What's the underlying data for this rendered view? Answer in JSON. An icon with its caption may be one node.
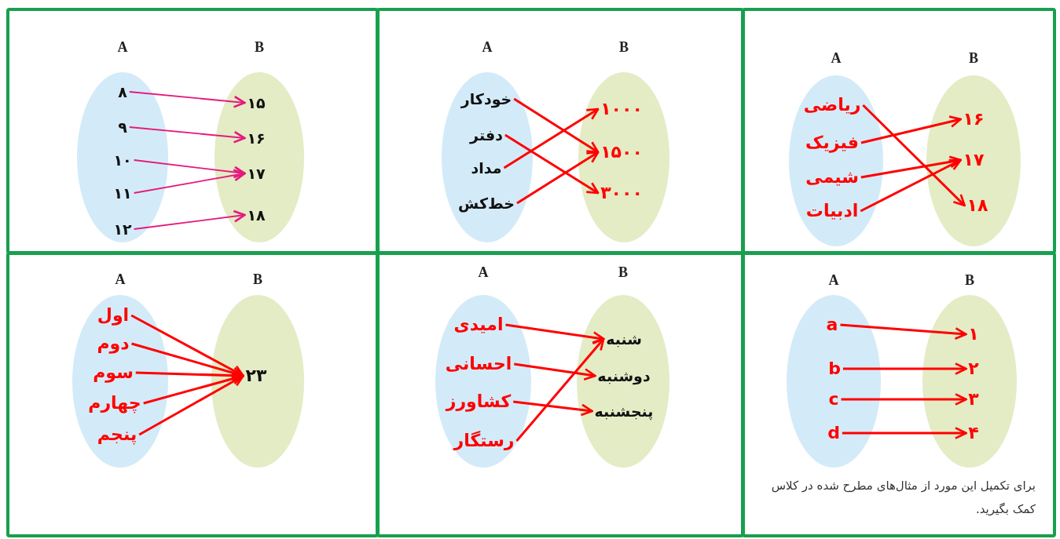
{
  "diagram": {
    "nodes": [
      {
        "text": [],
        "shape": "box"
      },
      {
        "text": [
          "A"
        ],
        "in": 0
      },
      {
        "text": [
          "ریاضی"
        ],
        "in": 1
      },
      {
        "text": [
          "فیزیک"
        ],
        "in": 1
      },
      {
        "text": [
          "شیمی"
        ],
        "in": 1
      },
      {
        "text": [
          "ادبیات"
        ],
        "in": 1
      },
      {
        "text": [
          "B"
        ],
        "in": 0
      },
      {
        "text": [
          "۱۶"
        ],
        "in": 6
      },
      {
        "text": [
          "۱۷"
        ],
        "in": 6
      },
      {
        "text": [
          "۱۸"
        ],
        "in": 6
      },
      {
        "text": [],
        "shape": "box"
      },
      {
        "text": [
          "A"
        ],
        "in": 10
      },
      {
        "text": [
          "خودکار"
        ],
        "in": 11
      },
      {
        "text": [
          "دفتر"
        ],
        "in": 11
      },
      {
        "text": [
          "مداد"
        ],
        "in": 11
      },
      {
        "text": [
          "خط‌کش"
        ],
        "in": 11
      },
      {
        "text": [
          "B"
        ],
        "in": 10
      },
      {
        "text": [
          "۱۰۰۰"
        ],
        "in": 16
      },
      {
        "text": [
          "۱۵۰۰"
        ],
        "in": 16
      },
      {
        "text": [
          "۳۰۰۰"
        ],
        "in": 16
      },
      {
        "text": [],
        "shape": "box"
      },
      {
        "text": [
          "A"
        ],
        "in": 20
      },
      {
        "text": [
          "۸"
        ],
        "in": 21
      },
      {
        "text": [
          "۹"
        ],
        "in": 21
      },
      {
        "text": [
          "۱۰"
        ],
        "in": 21
      },
      {
        "text": [
          "۱۱"
        ],
        "in": 21
      },
      {
        "text": [
          "۱۲"
        ],
        "in": 21
      },
      {
        "text": [
          "B"
        ],
        "in": 20
      },
      {
        "text": [
          "۱۵"
        ],
        "in": 27
      },
      {
        "text": [
          "۱۶"
        ],
        "in": 27
      },
      {
        "text": [
          "۱۷"
        ],
        "in": 27
      },
      {
        "text": [
          "۱۸"
        ],
        "in": 27
      },
      {
        "text": [],
        "shape": "box"
      },
      {
        "text": [
          "A"
        ],
        "in": 32
      },
      {
        "text": [
          "a"
        ],
        "in": 33
      },
      {
        "text": [
          "b"
        ],
        "in": 33
      },
      {
        "text": [
          "c"
        ],
        "in": 33
      },
      {
        "text": [
          "d"
        ],
        "in": 33
      },
      {
        "text": [
          "B"
        ],
        "in": 32
      },
      {
        "text": [
          "۱"
        ],
        "in": 38
      },
      {
        "text": [
          "۲"
        ],
        "in": 38
      },
      {
        "text": [
          "۳"
        ],
        "in": 38
      },
      {
        "text": [
          "۴"
        ],
        "in": 38
      },
      {
        "text": [],
        "shape": "box"
      },
      {
        "text": [
          "A"
        ],
        "in": 43
      },
      {
        "text": [
          "امیدی"
        ],
        "in": 44
      },
      {
        "text": [
          "احسانی"
        ],
        "in": 44
      },
      {
        "text": [
          "کشاورز"
        ],
        "in": 44
      },
      {
        "text": [
          "رستگار"
        ],
        "in": 44
      },
      {
        "text": [
          "B"
        ],
        "in": 43
      },
      {
        "text": [
          "شنبه"
        ],
        "in": 49
      },
      {
        "text": [
          "دوشنبه"
        ],
        "in": 49
      },
      {
        "text": [
          "پنجشنبه"
        ],
        "in": 49
      },
      {
        "text": [],
        "shape": "box"
      },
      {
        "text": [
          "A"
        ],
        "in": 53
      },
      {
        "text": [
          "اول"
        ],
        "in": 54
      },
      {
        "text": [
          "دوم"
        ],
        "in": 54
      },
      {
        "text": [
          "سوم"
        ],
        "in": 54
      },
      {
        "text": [
          "چهارم"
        ],
        "in": 54
      },
      {
        "text": [
          "پنجم"
        ],
        "in": 54
      },
      {
        "text": [
          "B"
        ],
        "in": 53
      },
      {
        "text": [
          "۲۳"
        ],
        "in": 60
      }
    ],
    "edges": [
      {
        "from": 2,
        "to": 9,
        "arrow": "to"
      },
      {
        "from": 3,
        "to": 7,
        "arrow": "to"
      },
      {
        "from": 4,
        "to": 8,
        "arrow": "to"
      },
      {
        "from": 5,
        "to": 8,
        "arrow": "to"
      },
      {
        "from": 12,
        "to": 18,
        "arrow": "to"
      },
      {
        "from": 13,
        "to": 19,
        "arrow": "to"
      },
      {
        "from": 14,
        "to": 17,
        "arrow": "to"
      },
      {
        "from": 15,
        "to": 18,
        "arrow": "to"
      },
      {
        "from": 22,
        "to": 28,
        "arrow": "to",
        "color": "#e6197d"
      },
      {
        "from": 23,
        "to": 29,
        "arrow": "to",
        "color": "#e6197d"
      },
      {
        "from": 24,
        "to": 30,
        "arrow": "to",
        "color": "#e6197d"
      },
      {
        "from": 25,
        "to": 30,
        "arrow": "to",
        "color": "#e6197d"
      },
      {
        "from": 26,
        "to": 31,
        "arrow": "to",
        "color": "#e6197d"
      },
      {
        "from": 34,
        "to": 39,
        "arrow": "to"
      },
      {
        "from": 35,
        "to": 40,
        "arrow": "to"
      },
      {
        "from": 36,
        "to": 41,
        "arrow": "to"
      },
      {
        "from": 37,
        "to": 42,
        "arrow": "to"
      },
      {
        "from": 45,
        "to": 50,
        "arrow": "to"
      },
      {
        "from": 46,
        "to": 51,
        "arrow": "to"
      },
      {
        "from": 47,
        "to": 52,
        "arrow": "to"
      },
      {
        "from": 48,
        "to": 50,
        "arrow": "to"
      },
      {
        "from": 55,
        "to": 61,
        "arrow": "to"
      },
      {
        "from": 56,
        "to": 61,
        "arrow": "to"
      },
      {
        "from": 57,
        "to": 61,
        "arrow": "to"
      },
      {
        "from": 58,
        "to": 61,
        "arrow": "to"
      },
      {
        "from": 59,
        "to": 61,
        "arrow": "to"
      }
    ],
    "labels": [
      "برای تکمیل این مورد از مثال‌های مطرح شده در کلاس کمک بگیرید."
    ]
  }
}
